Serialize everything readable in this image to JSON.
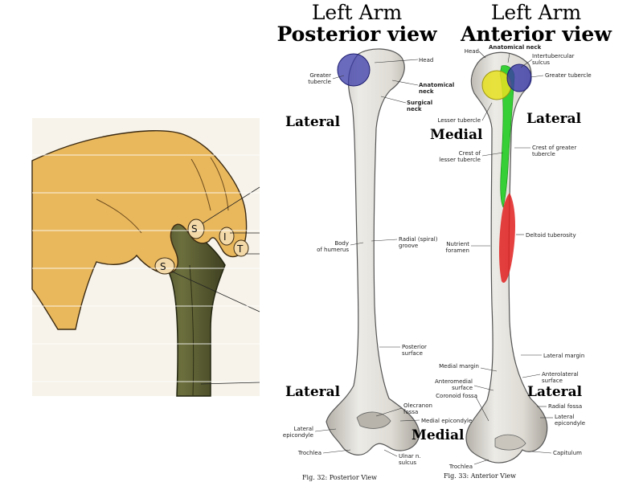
{
  "headers": {
    "posterior_line1": "Left Arm",
    "posterior_line2": "Posterior view",
    "anterior_line1": "Left Arm",
    "anterior_line2": "Anterior view"
  },
  "side_labels": {
    "lateral_posterior_top": "Lateral",
    "lateral_posterior_bottom": "Lateral",
    "medial_anterior_top": "Medial",
    "lateral_anterior_top": "Lateral",
    "lateral_anterior_bottom": "Lateral",
    "medial_bottom": "Medial"
  },
  "hand_letters": {
    "s1": "S",
    "s2": "S",
    "i": "I",
    "t": "T"
  },
  "posterior_labels": {
    "head": "Head",
    "greater_tubercle": "Greater\ntubercle",
    "anatomical_neck": "Anatomical\nneck",
    "surgical_neck": "Surgical\nneck",
    "body_of_humerus": "Body\nof humerus",
    "radial_groove": "Radial (spiral)\ngroove",
    "posterior_surface": "Posterior\nsurface",
    "olecranon_fossa": "Olecranon\nfossa",
    "lateral_epicondyle": "Lateral\nepicondyle",
    "medial_epicondyle": "Medial epicondyle",
    "trochlea": "Trochlea",
    "ulnar_sulcus": "Ulnar n.\nsulcus"
  },
  "anterior_labels": {
    "head": "Head",
    "anatomical_neck": "Anatomical neck",
    "intertubercular_sulcus": "Intertubercular\nsulcus",
    "greater_tubercle": "Greater tubercle",
    "lesser_tubercle": "Lesser tubercle",
    "crest_lesser": "Crest of\nlesser tubercle",
    "crest_greater": "Crest of greater\ntubercle",
    "nutrient_foramen": "Nutrient\nforamen",
    "deltoid_tuberosity": "Deltoid tuberosity",
    "lateral_margin": "Lateral margin",
    "medial_margin": "Medial margin",
    "anteromedial_surface": "Anteromedial\nsurface",
    "anterolateral_surface": "Anterolateral\nsurface",
    "coronoid_fossa": "Coronoid fossa",
    "radial_fossa": "Radial fossa",
    "lateral_epicondyle": "Lateral\nepicondyle",
    "capitulum": "Capitulum",
    "trochlea": "Trochlea"
  },
  "captions": {
    "posterior": "Fig. 32: Posterior View",
    "anterior": "Fig. 33: Anterior View"
  },
  "colors": {
    "background": "#ffffff",
    "bone": "#e6e3dc",
    "bone_shade": "#b9b5ad",
    "greater_tubercle_highlight": "#3a3aa8",
    "lesser_tubercle_highlight": "#e8e020",
    "intertubercular_highlight": "#22cc22",
    "deltoid_highlight": "#e02020",
    "hand_skin": "#e8b45a",
    "grip_object": "#5f6233"
  }
}
